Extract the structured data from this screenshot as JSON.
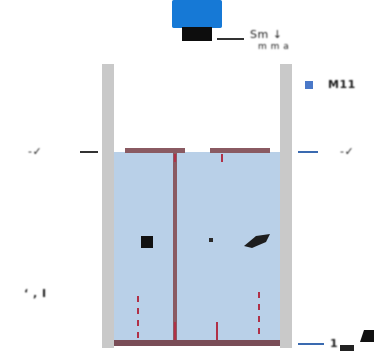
{
  "diagram": {
    "colors": {
      "sensor_body": "#1679d6",
      "sensor_base": "#0d0d0d",
      "wall": "#c9c9c9",
      "fluid": "#b9d0e8",
      "floor": "#7a4d57",
      "pin": "#b03047",
      "shaft": "#8a5a62",
      "marker": "#4a78c8"
    },
    "labels": {
      "sensor": "Sm ↓",
      "sensor_sub": "m m  a",
      "legend": "M11",
      "left_level": "-✓",
      "right_level": "-✓",
      "left_side": "‘  ,  I",
      "bottom_right": "1"
    }
  }
}
